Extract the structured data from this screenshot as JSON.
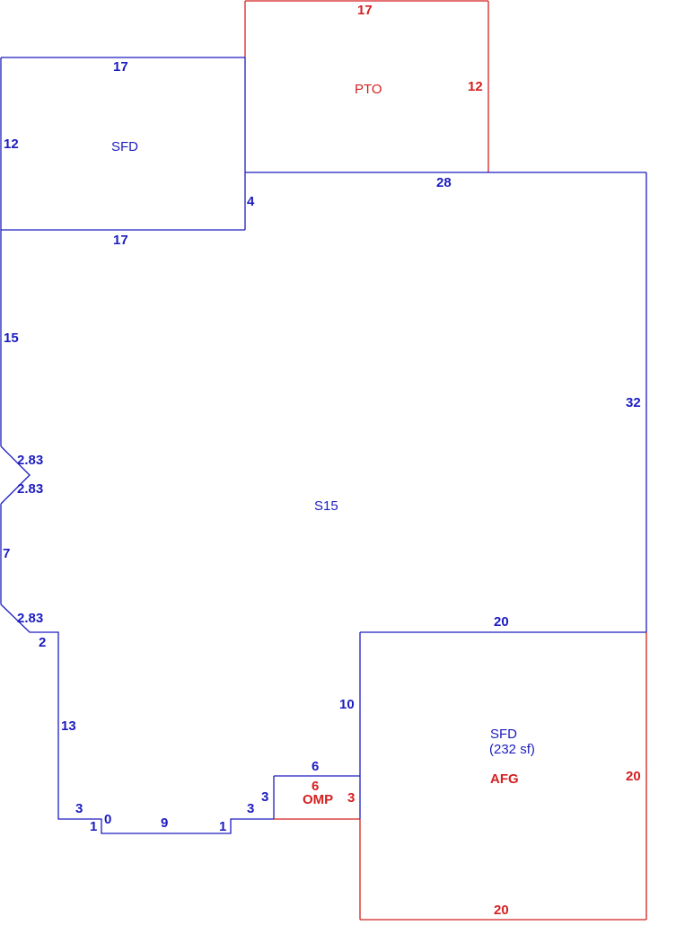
{
  "colors": {
    "blue": "#1c1cc0",
    "red": "#d42020"
  },
  "areas": {
    "sfd_top": "SFD",
    "pto": "PTO",
    "main": "S15",
    "sfd_bottom": "SFD",
    "sfd_bottom_area": "(232 sf)",
    "afg": "AFG",
    "omp": "OMP"
  },
  "dims": {
    "pto_top": "17",
    "pto_right": "12",
    "sfd_top": "17",
    "sfd_left": "12",
    "sfd_bottom": "17",
    "main_4": "4",
    "main_28": "28",
    "main_15": "15",
    "main_32": "32",
    "diag_a": "2.83",
    "diag_b": "2.83",
    "side_7": "7",
    "diag_c": "2.83",
    "step_2": "2",
    "side_13": "13",
    "sfd_20_top": "20",
    "sfd_10": "10",
    "step_3a": "3",
    "step_1a": "1",
    "step_0": "0",
    "bottom_9": "9",
    "step_1b": "1",
    "step_3b": "3",
    "step_3c": "3",
    "omp_6_top": "6",
    "omp_6_red": "6",
    "omp_3_red": "3",
    "afg_20_right": "20",
    "afg_20_bottom": "20"
  }
}
